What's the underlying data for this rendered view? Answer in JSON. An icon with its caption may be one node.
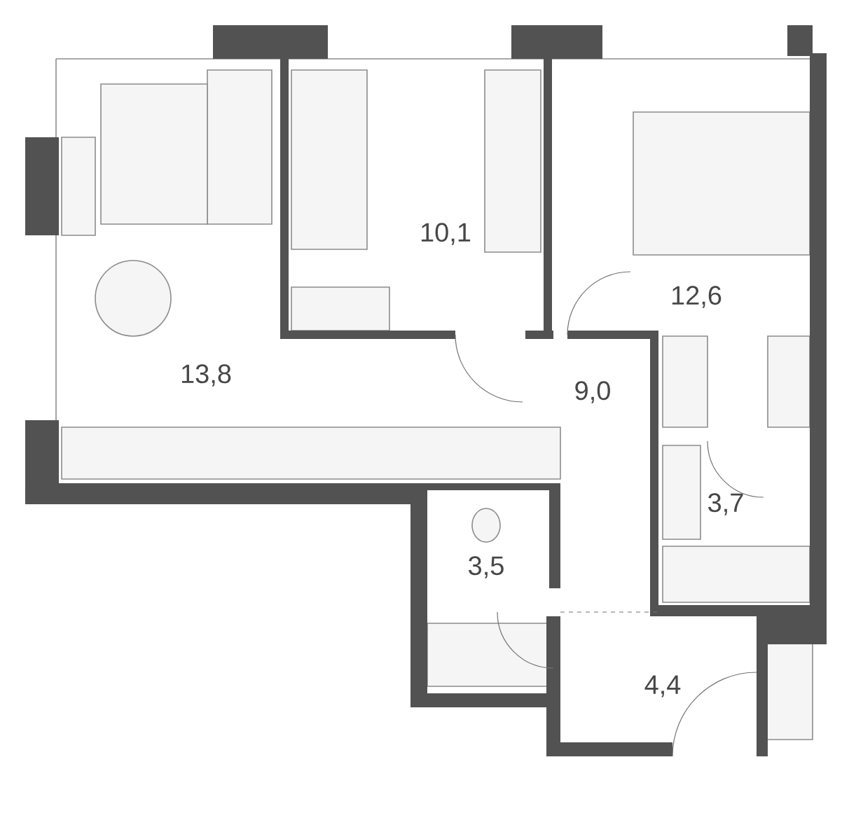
{
  "diagram": {
    "labels": [
      "10,1",
      "12,6",
      "13,8",
      "9,0",
      "3,7",
      "3,5",
      "4,4"
    ]
  }
}
